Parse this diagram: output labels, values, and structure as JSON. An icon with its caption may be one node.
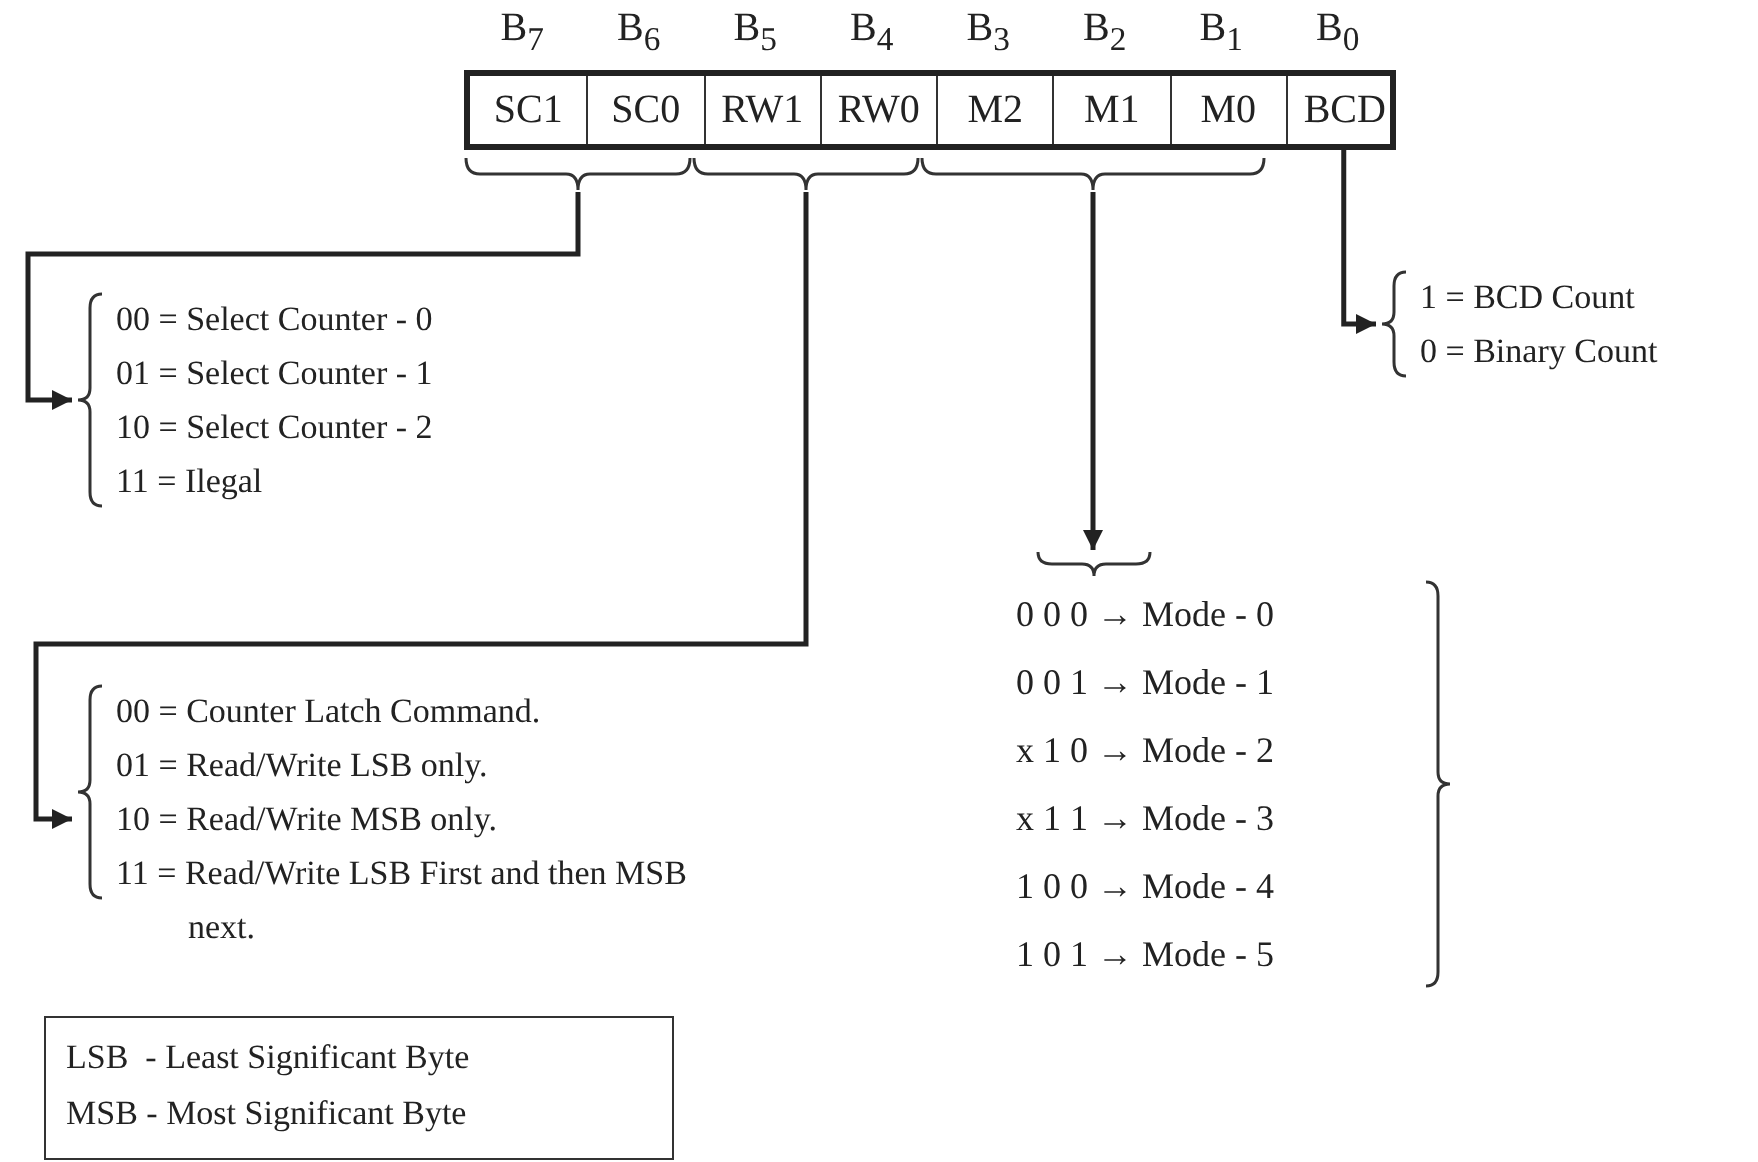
{
  "diagram": {
    "nodes": [
      {
        "text": [],
        "shape": "box"
      },
      {
        "text": [
          "SC1"
        ],
        "in": 0,
        "beside": [
          "B$_{7}$"
        ]
      },
      {
        "text": [
          "SC0"
        ],
        "in": 0,
        "beside": [
          "B$_{6}$"
        ]
      },
      {
        "text": [
          "RW1"
        ],
        "in": 0,
        "beside": [
          "B$_{5}$"
        ]
      },
      {
        "text": [
          "RW0"
        ],
        "in": 0,
        "beside": [
          "B$_{4}$"
        ]
      },
      {
        "text": [
          "M2"
        ],
        "in": 0,
        "beside": [
          "B$_{3}$"
        ]
      },
      {
        "text": [
          "M1"
        ],
        "in": 0,
        "beside": [
          "B$_{2}$"
        ]
      },
      {
        "text": [
          "M0"
        ],
        "in": 0,
        "beside": [
          "B$_{1}$"
        ]
      },
      {
        "text": [
          "BCD"
        ],
        "in": 0,
        "beside": [
          "B$_{0}$"
        ]
      },
      {
        "text": [],
        "shape": "brace"
      },
      {
        "text": [],
        "shape": "brace"
      },
      {
        "text": [],
        "shape": "brace"
      },
      {
        "text": [
          "00 = Select Counter - 0",
          "01 = Select Counter - 1",
          "10 = Select Counter - 2",
          "11 = Ilegal"
        ]
      },
      {
        "text": [
          "00 = Counter Latch Command.",
          "01 = Read/Write LSB only.",
          "10 = Read/Write MSB only.",
          "11 = Read/Write LSB First and then MSB next."
        ]
      },
      {
        "text": [],
        "shape": "brace"
      },
      {
        "text": [
          "0 0 0 → Mode - 0",
          "0 0 1 → Mode - 1",
          "x 1 0 → Mode - 2",
          "x 1 1 → Mode - 3",
          "1 0 0 → Mode - 4",
          "1 0 1 → Mode - 5"
        ]
      },
      {
        "text": [
          "1 = BCD Count",
          "0 = Binary Count"
        ]
      },
      {
        "text": [
          "LSB  - Least Significant Byte",
          "MSB - Most Significant Byte"
        ]
      }
    ],
    "edges": [
      {
        "from": 9,
        "to": 12,
        "arrow": "to"
      },
      {
        "from": 10,
        "to": 13,
        "arrow": "to"
      },
      {
        "from": 11,
        "to": 14,
        "arrow": "to"
      },
      {
        "from": 8,
        "to": 16,
        "arrow": "to"
      }
    ]
  }
}
